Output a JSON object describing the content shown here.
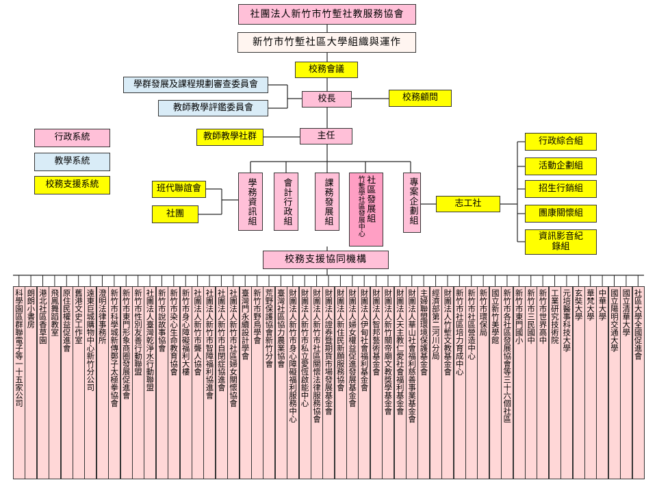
{
  "org_title": "社團法人新竹市竹塹社教服務協會",
  "subtitle": "新竹市竹塹社區大學組織與運作",
  "council": "校務會議",
  "committee_1": "學群發展及課程規劃審查委員會",
  "committee_2": "教師教學評鑑委員會",
  "principal": "校長",
  "advisor": "校務顧問",
  "teacher_group": "教師教學社群",
  "director": "主任",
  "legend": [
    {
      "label": "行政系統",
      "color": "#ffc0d8"
    },
    {
      "label": "教學系統",
      "color": "#d9ecf7"
    },
    {
      "label": "校務支援系統",
      "color": "#ffff00"
    }
  ],
  "class_liaison": "班代聯誼會",
  "clubs": "社團",
  "depts": [
    "學務資訊組",
    "會計行政組",
    "課務發展組",
    "竹塹學社區發展中心",
    "社區發展組",
    "專案企劃組"
  ],
  "volunteer": "志工社",
  "volunteer_groups": [
    "行政綜合組",
    "活動企劃組",
    "招生行銷組",
    "團康關懷組",
    "資訊影音紀錄組"
  ],
  "support_title": "校務支援協同機構",
  "support_orgs": [
    "科學園區群聯電子等一十五家公司",
    "朗朗小書房",
    "港北社區香草園",
    "飛鳳舞蹈教室",
    "原住民權益促進會",
    "舊港文史工作室",
    "遠東巨城購物中心新竹分公司",
    "澄明法律事務所",
    "新竹市科學城新傳鄭子太極拳協會",
    "新竹市東門形象商圈發展促進會",
    "新竹市性別友善行動聯盟",
    "社團法人臺灣乾淨水行動聯盟",
    "新竹市說故事協會",
    "新竹市染心生命教育協會",
    "新竹市身心障礙福利大樓",
    "社團法人新竹市聾人協會",
    "社團法人新竹市智障福利協進會",
    "社團法人新竹市自閉症協進會",
    "社團法人新竹市社區婦女關懷協會",
    "臺灣門永續設計學會",
    "新竹市野鳥學會",
    "荒野保護協會新竹分會",
    "臺灣社區協力農業協會",
    "財團法人新竹市身心障礙福利服務中心",
    "財團法人新竹市私立愛恆啟能中心",
    "財團法人新竹市社區關懷法律服務協會",
    "財團法人證券暨期貨市場發展基金會",
    "財團法人新住民新願服務協會",
    "財團法人婦女權益促進發展基金會",
    "財團法人伊甸社會福利基金會",
    "財團法人智邦藝術基金會",
    "財團法人新竹關帝廟文教獎學基金會",
    "財團法人天主教仁愛社會福利基金會",
    "財團法人華山社會福利慈善事業基金會",
    "主婦聯盟環境保護基金會",
    "經濟部第二河川分局",
    "財團法人竹塹文教基金會",
    "新竹市社區培力育成中心",
    "新竹市社區營造中心",
    "新竹市環保局",
    "國立新竹美學館",
    "新竹市各社區發展協會等三十六個社區",
    "新竹市東門國小",
    "新竹市三民國中",
    "新竹市世界高中",
    "工業研究技術院",
    "元培醫事科技大學",
    "玄奘大學",
    "華梵大學",
    "中華大學",
    "國立陽明交通大學",
    "國立清華大學",
    "社區大學全國促進會"
  ]
}
